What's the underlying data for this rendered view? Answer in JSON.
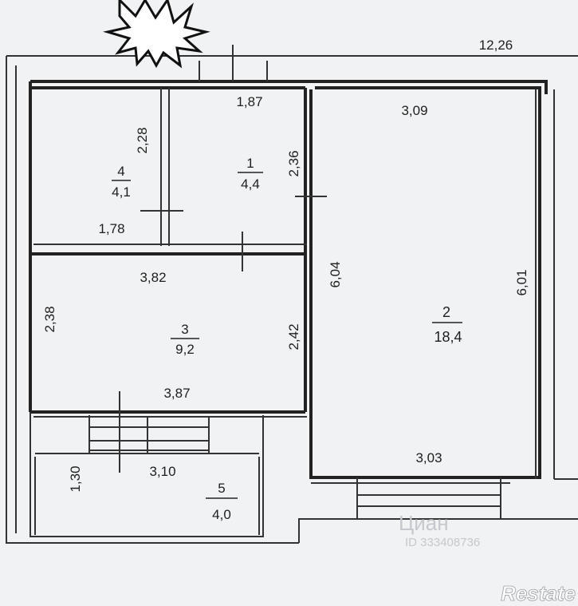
{
  "plan": {
    "overall_dimension": "12,26",
    "rooms": [
      {
        "number": "1",
        "area": "4,4"
      },
      {
        "number": "2",
        "area": "18,4"
      },
      {
        "number": "3",
        "area": "9,2"
      },
      {
        "number": "4",
        "area": "4,1"
      },
      {
        "number": "5",
        "area": "4,0"
      }
    ],
    "dimensions": {
      "room1_top": "1,87",
      "room1_height": "2,36",
      "room2_top": "3,09",
      "room2_bottom": "3,03",
      "room2_left": "6,04",
      "room2_right": "6,01",
      "room3_top": "3,82",
      "room3_bottom": "3,87",
      "room3_left": "2,38",
      "room3_right": "2,42",
      "room4_height": "2,28",
      "room4_bottom": "1,78",
      "room5_width": "3,10",
      "room5_height": "1,30"
    }
  },
  "watermark": {
    "brand": "Циан",
    "id_text": "ID 333408736"
  },
  "logo_text": "Restate"
}
